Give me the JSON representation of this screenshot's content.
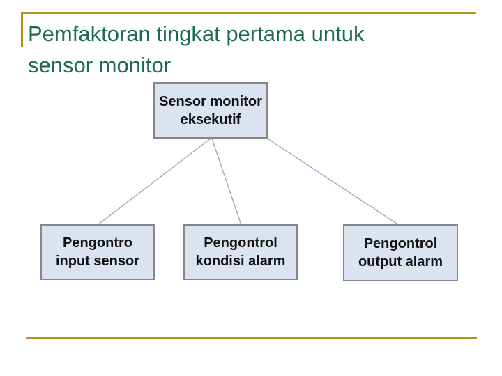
{
  "slide": {
    "title": "Pemfaktoran tingkat pertama untuk\nsensor monitor"
  },
  "diagram": {
    "nodes": [
      {
        "id": "executive",
        "label": "Sensor monitor\neksekutif"
      },
      {
        "id": "input-sensor",
        "label": "Pengontro\ninput sensor"
      },
      {
        "id": "alarm-condition",
        "label": "Pengontrol\nkondisi alarm"
      },
      {
        "id": "alarm-output",
        "label": "Pengontrol\noutput alarm"
      }
    ],
    "edges": [
      {
        "from": "executive",
        "to": "input-sensor"
      },
      {
        "from": "executive",
        "to": "alarm-condition"
      },
      {
        "from": "executive",
        "to": "alarm-output"
      }
    ]
  },
  "colors": {
    "title_green": "#1C6B4A",
    "accent_gold": "#B5941E",
    "node_fill": "#DCE3F0",
    "node_border": "#85878B",
    "connector": "#94A3BE"
  }
}
